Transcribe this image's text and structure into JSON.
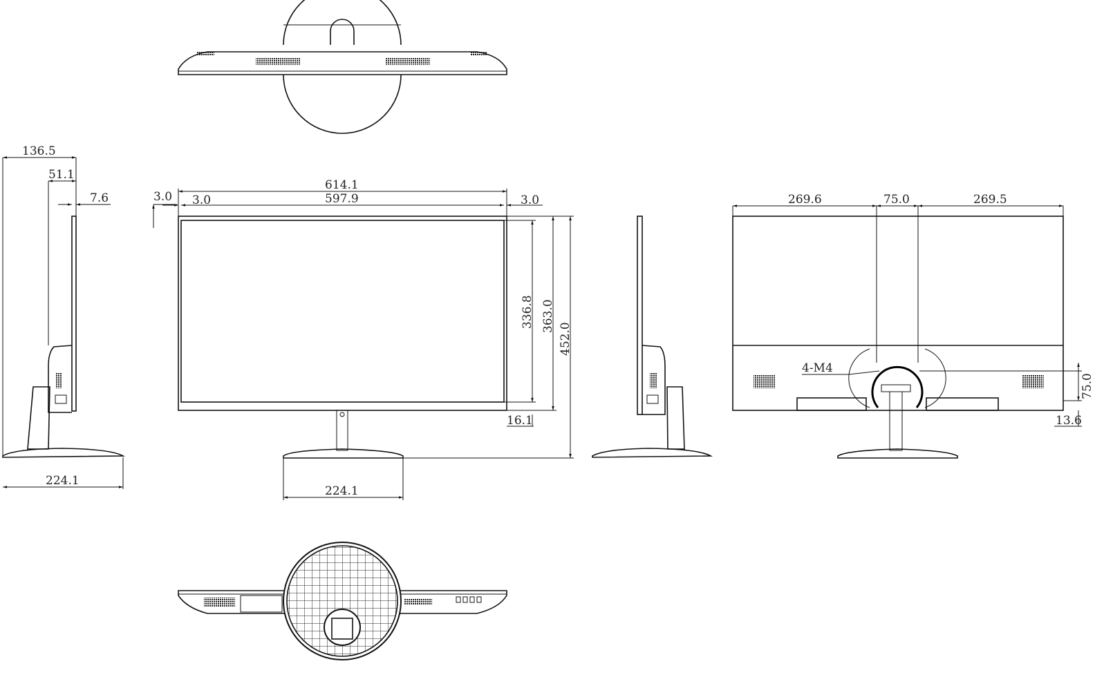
{
  "drawing": {
    "units": "mm",
    "side_view": {
      "depth_total": "136.5",
      "depth_body": "51.1",
      "panel_thickness": "7.6",
      "base_depth": "224.1"
    },
    "front_view": {
      "overall_width": "614.1",
      "active_width": "597.9",
      "bezel_left": "3.0",
      "bezel_top": "3.0",
      "bezel_right": "3.0",
      "active_height": "336.8",
      "panel_height": "363.0",
      "overall_height": "452.0",
      "bottom_bezel": "16.1",
      "base_width": "224.1"
    },
    "back_view": {
      "left_offset": "269.6",
      "vesa_width": "75.0",
      "right_offset": "269.5",
      "mount_screws": "4-M4",
      "vesa_height": "75.0",
      "vesa_bottom_offset": "13.6"
    }
  }
}
